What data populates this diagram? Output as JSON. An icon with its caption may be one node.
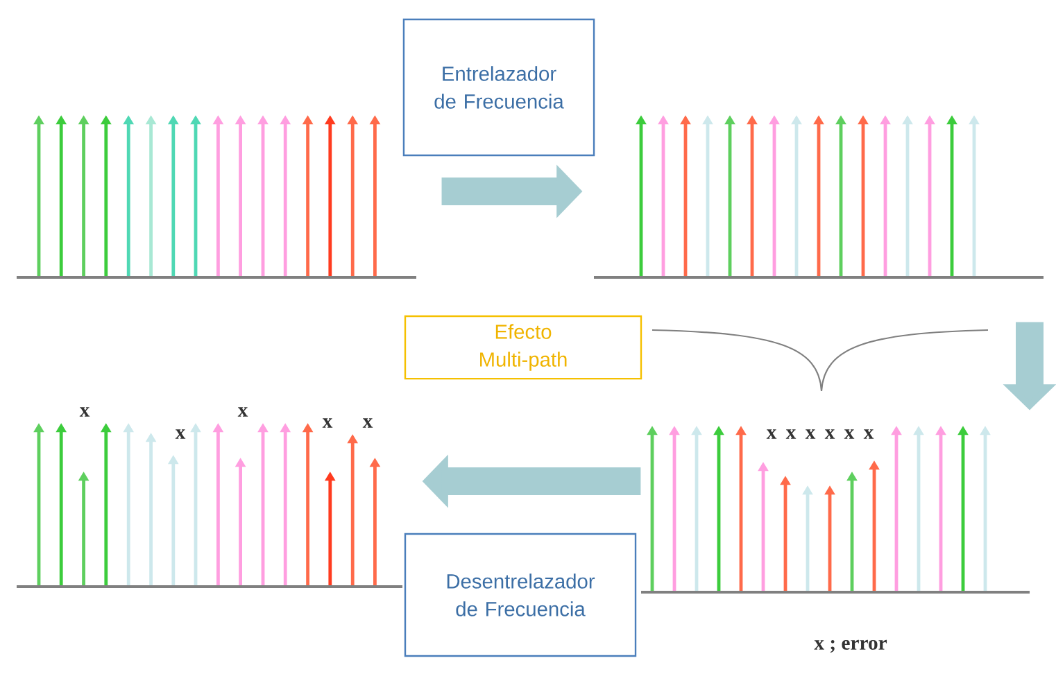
{
  "diagram": {
    "nodes": [
      {
        "text": [
          "Entrelazador de Frecuencia"
        ]
      },
      {
        "text": [],
        "shape": "picture"
      },
      {
        "text": [],
        "shape": "picture"
      },
      {
        "text": [
          "Efecto Multi-path"
        ]
      },
      {
        "text": [],
        "shape": "picture"
      },
      {
        "text": [],
        "shape": "picture"
      },
      {
        "text": [
          "Desentrelazador de Frecuencia"
        ]
      }
    ],
    "edges": [
      {
        "from": 1,
        "to": 2,
        "arrow": "to"
      },
      {
        "from": 2,
        "to": 5,
        "arrow": "to"
      },
      {
        "from": 5,
        "to": 4,
        "arrow": "to"
      }
    ],
    "labels": [
      "x",
      "x",
      "x",
      "x",
      "x",
      "x",
      "x",
      "x",
      "x",
      "x",
      "x",
      "x ; error"
    ]
  }
}
